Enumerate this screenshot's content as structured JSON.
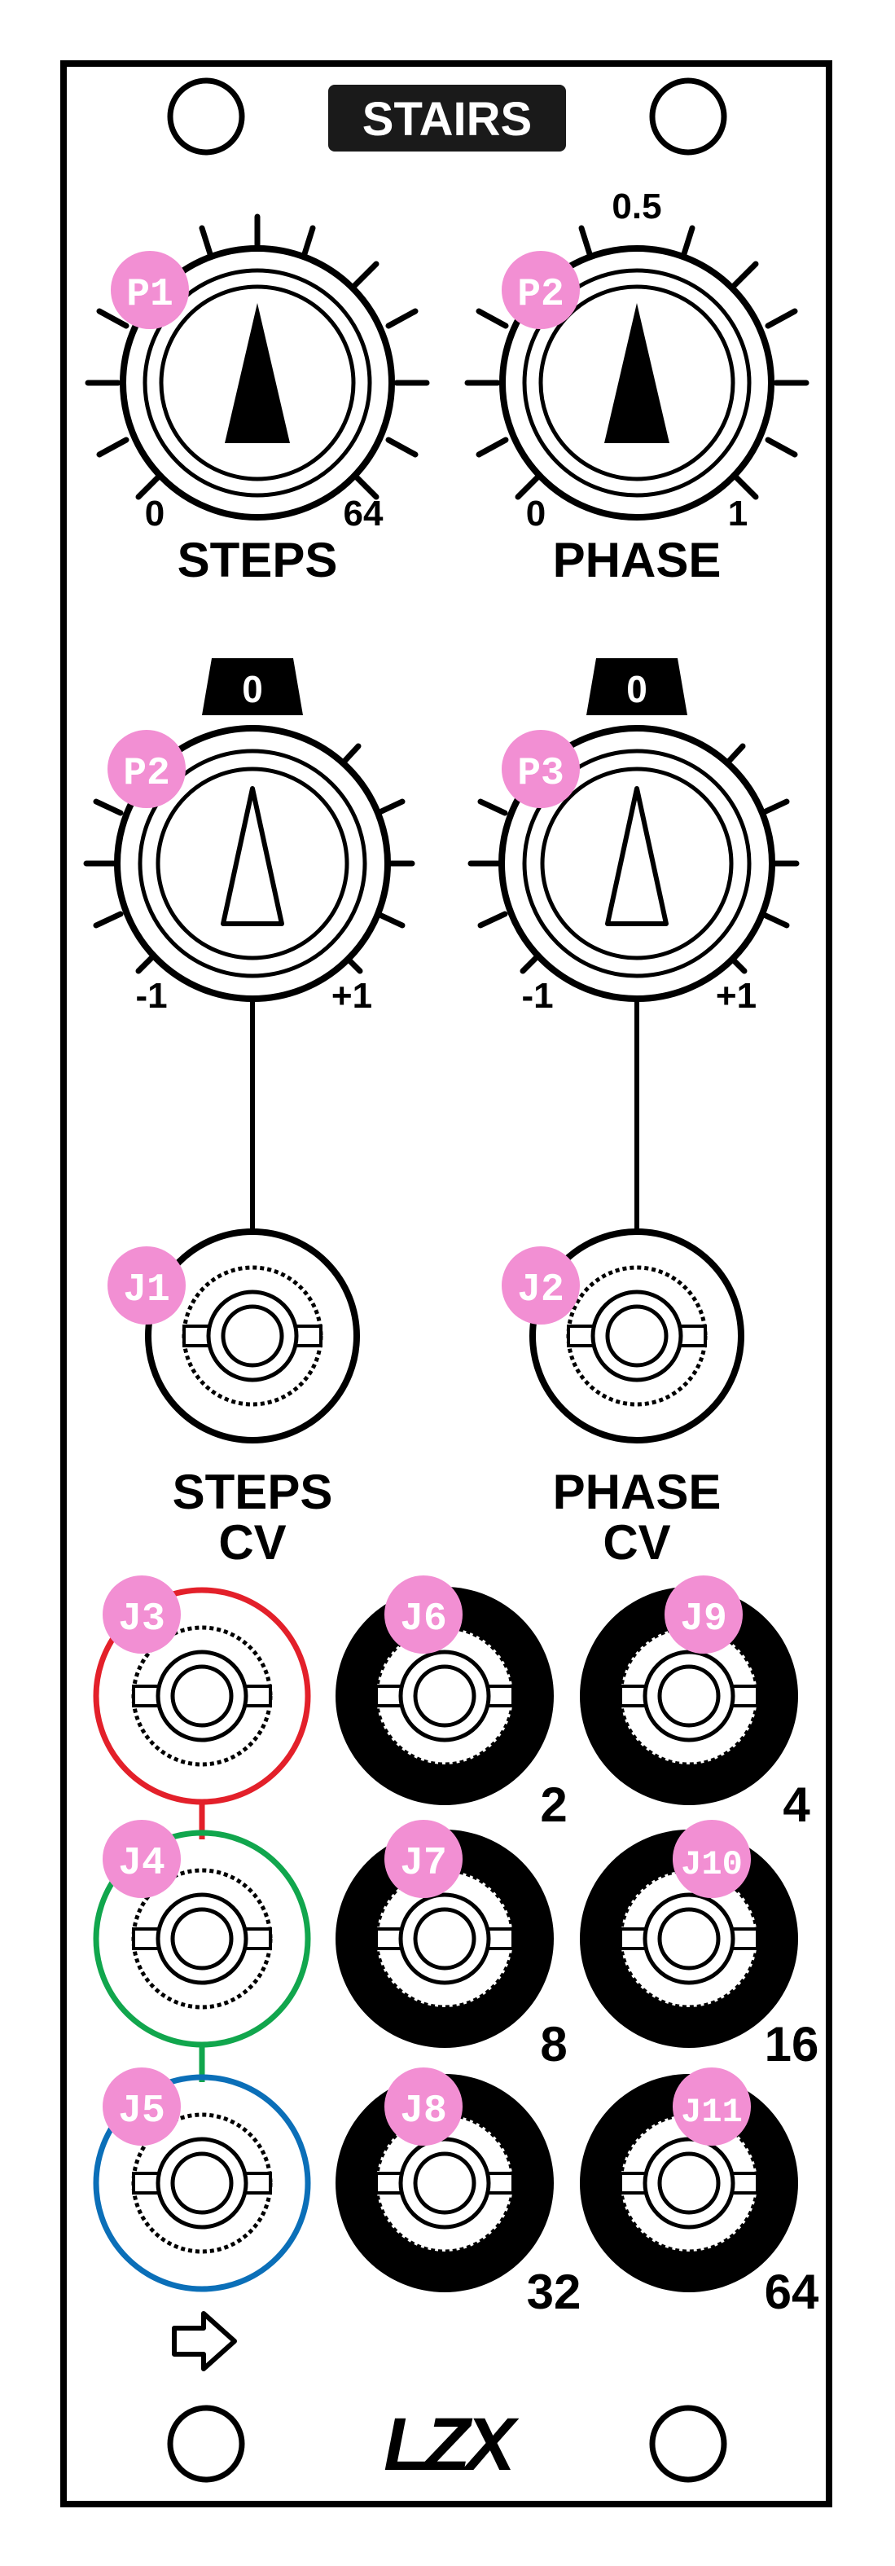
{
  "module": {
    "title": "STAIRS",
    "brand": "LZX",
    "output_arrow_icon": "arrow-right-outline-icon",
    "colors": {
      "badge": "#f28fd3",
      "red": "#e3202a",
      "green": "#11a64d",
      "blue": "#0b6fb8",
      "ink": "#000000"
    }
  },
  "knobs": [
    {
      "badge": "P1",
      "label": "STEPS",
      "min": "0",
      "max": "64",
      "mid": ""
    },
    {
      "badge": "P2",
      "label": "PHASE",
      "min": "0",
      "max": "1",
      "mid": "0.5"
    }
  ],
  "attenuverters": [
    {
      "badge": "P2",
      "center": "0",
      "min": "-1",
      "max": "+1"
    },
    {
      "badge": "P3",
      "center": "0",
      "min": "-1",
      "max": "+1"
    }
  ],
  "cv_jacks": [
    {
      "badge": "J1",
      "label_top": "STEPS",
      "label_bottom": "CV"
    },
    {
      "badge": "J2",
      "label_top": "PHASE",
      "label_bottom": "CV"
    }
  ],
  "chain_jacks": [
    {
      "badge": "J3"
    },
    {
      "badge": "J4"
    },
    {
      "badge": "J5"
    }
  ],
  "output_jacks": [
    {
      "badge": "J6",
      "value": "2"
    },
    {
      "badge": "J9",
      "value": "4"
    },
    {
      "badge": "J7",
      "value": "8"
    },
    {
      "badge": "J10",
      "value": "16"
    },
    {
      "badge": "J8",
      "value": "32"
    },
    {
      "badge": "J11",
      "value": "64"
    }
  ]
}
